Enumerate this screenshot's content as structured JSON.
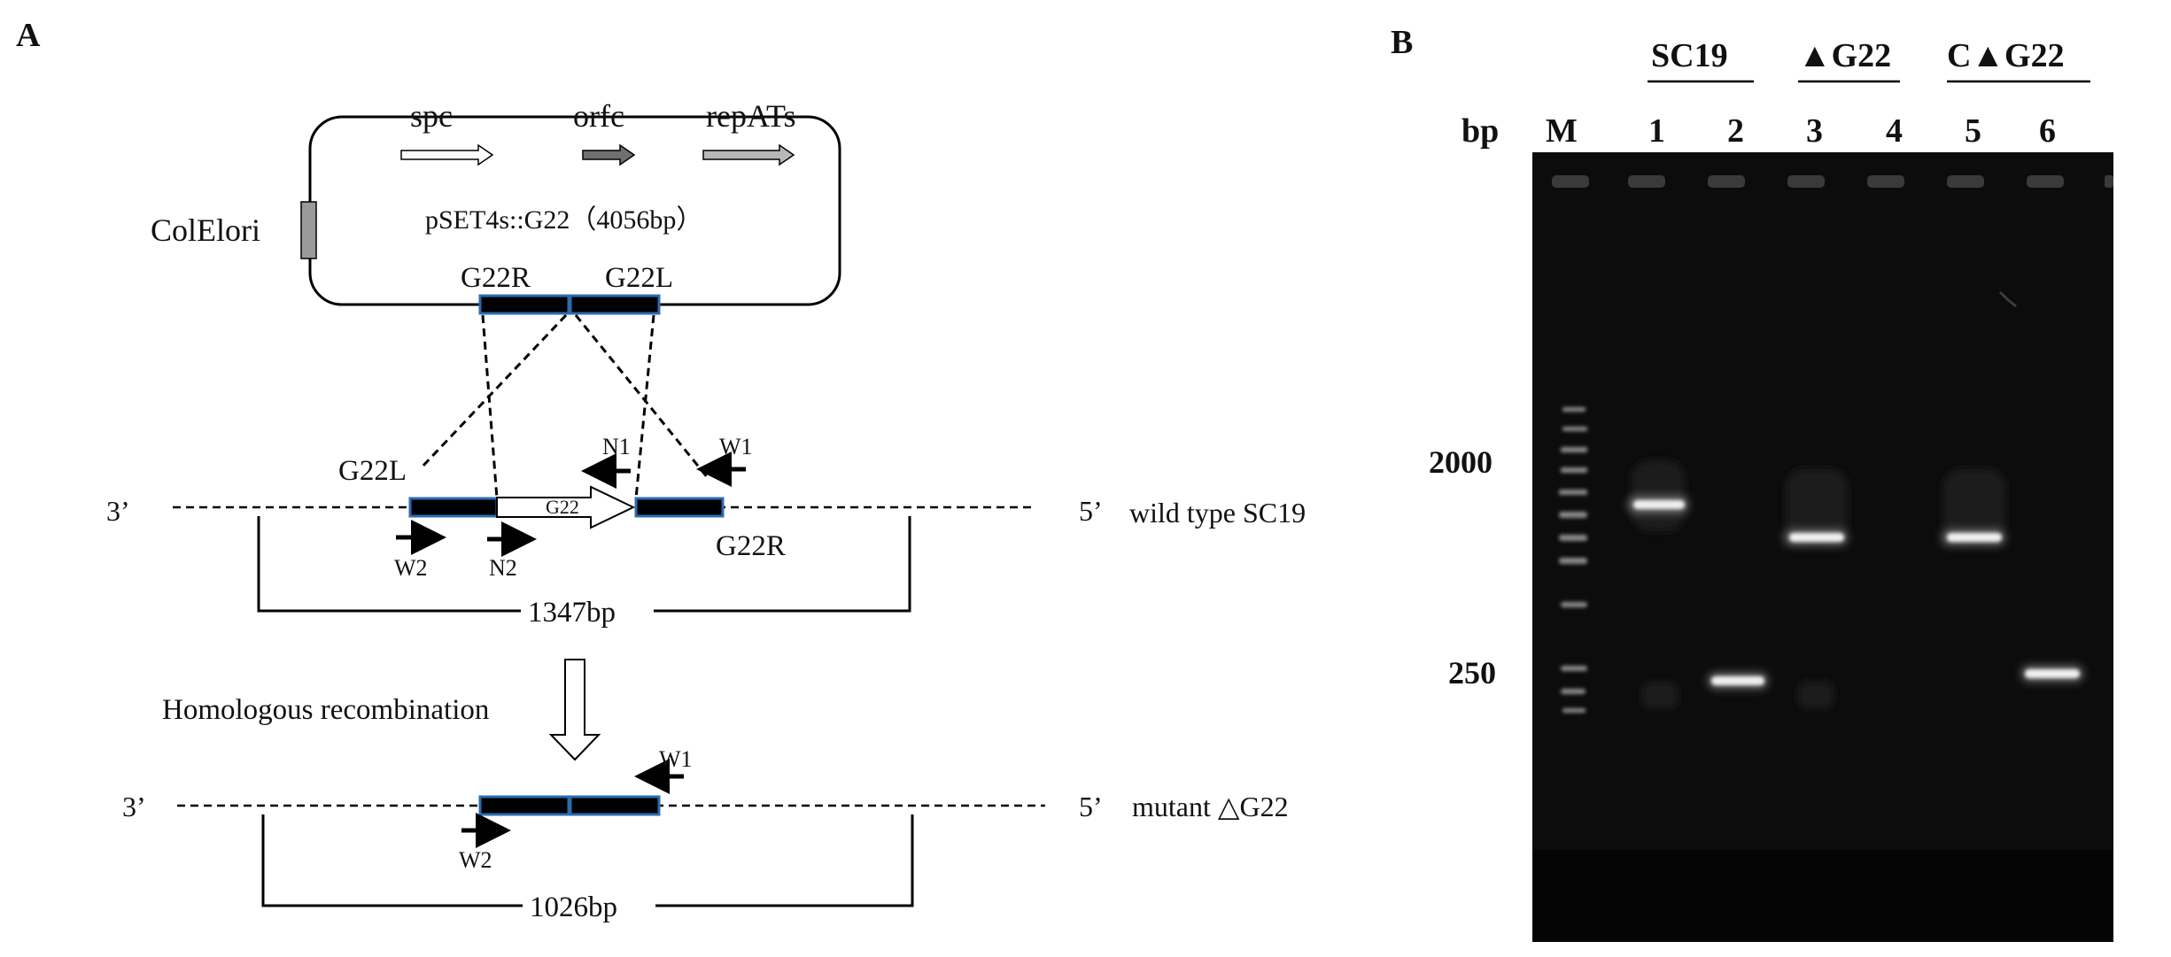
{
  "panel_a": {
    "label": "A",
    "plasmid": {
      "genes": [
        "spc",
        "orfc",
        "repATs"
      ],
      "ori": "ColElori",
      "name": "pSET4s::G22（4056bp）",
      "arm_left": "G22R",
      "arm_right": "G22L"
    },
    "wild_type": {
      "end_left": "3’",
      "end_right": "5’",
      "strain": "wild type SC19",
      "arm_left": "G22L",
      "gene": "G22",
      "arm_right": "G22R",
      "primer_n1": "N1",
      "primer_w1": "W1",
      "primer_w2": "W2",
      "primer_n2": "N2",
      "size": "1347bp"
    },
    "recombination": "Homologous recombination",
    "mutant": {
      "end_left": "3’",
      "end_right": "5’",
      "strain": "mutant △G22",
      "primer_w1": "W1",
      "primer_w2": "W2",
      "size": "1026bp"
    }
  },
  "panel_b": {
    "label": "B",
    "group_labels": [
      "SC19",
      "▲G22",
      "C▲G22"
    ],
    "unit_label": "bp",
    "lane_labels": [
      "M",
      "1",
      "2",
      "3",
      "4",
      "5",
      "6"
    ],
    "marker_labels": [
      "2000",
      "250"
    ]
  },
  "colors": {
    "gel_background": "#0c0c0c",
    "arm_fill": "#000000",
    "arm_outline": "#2b6cb0"
  }
}
